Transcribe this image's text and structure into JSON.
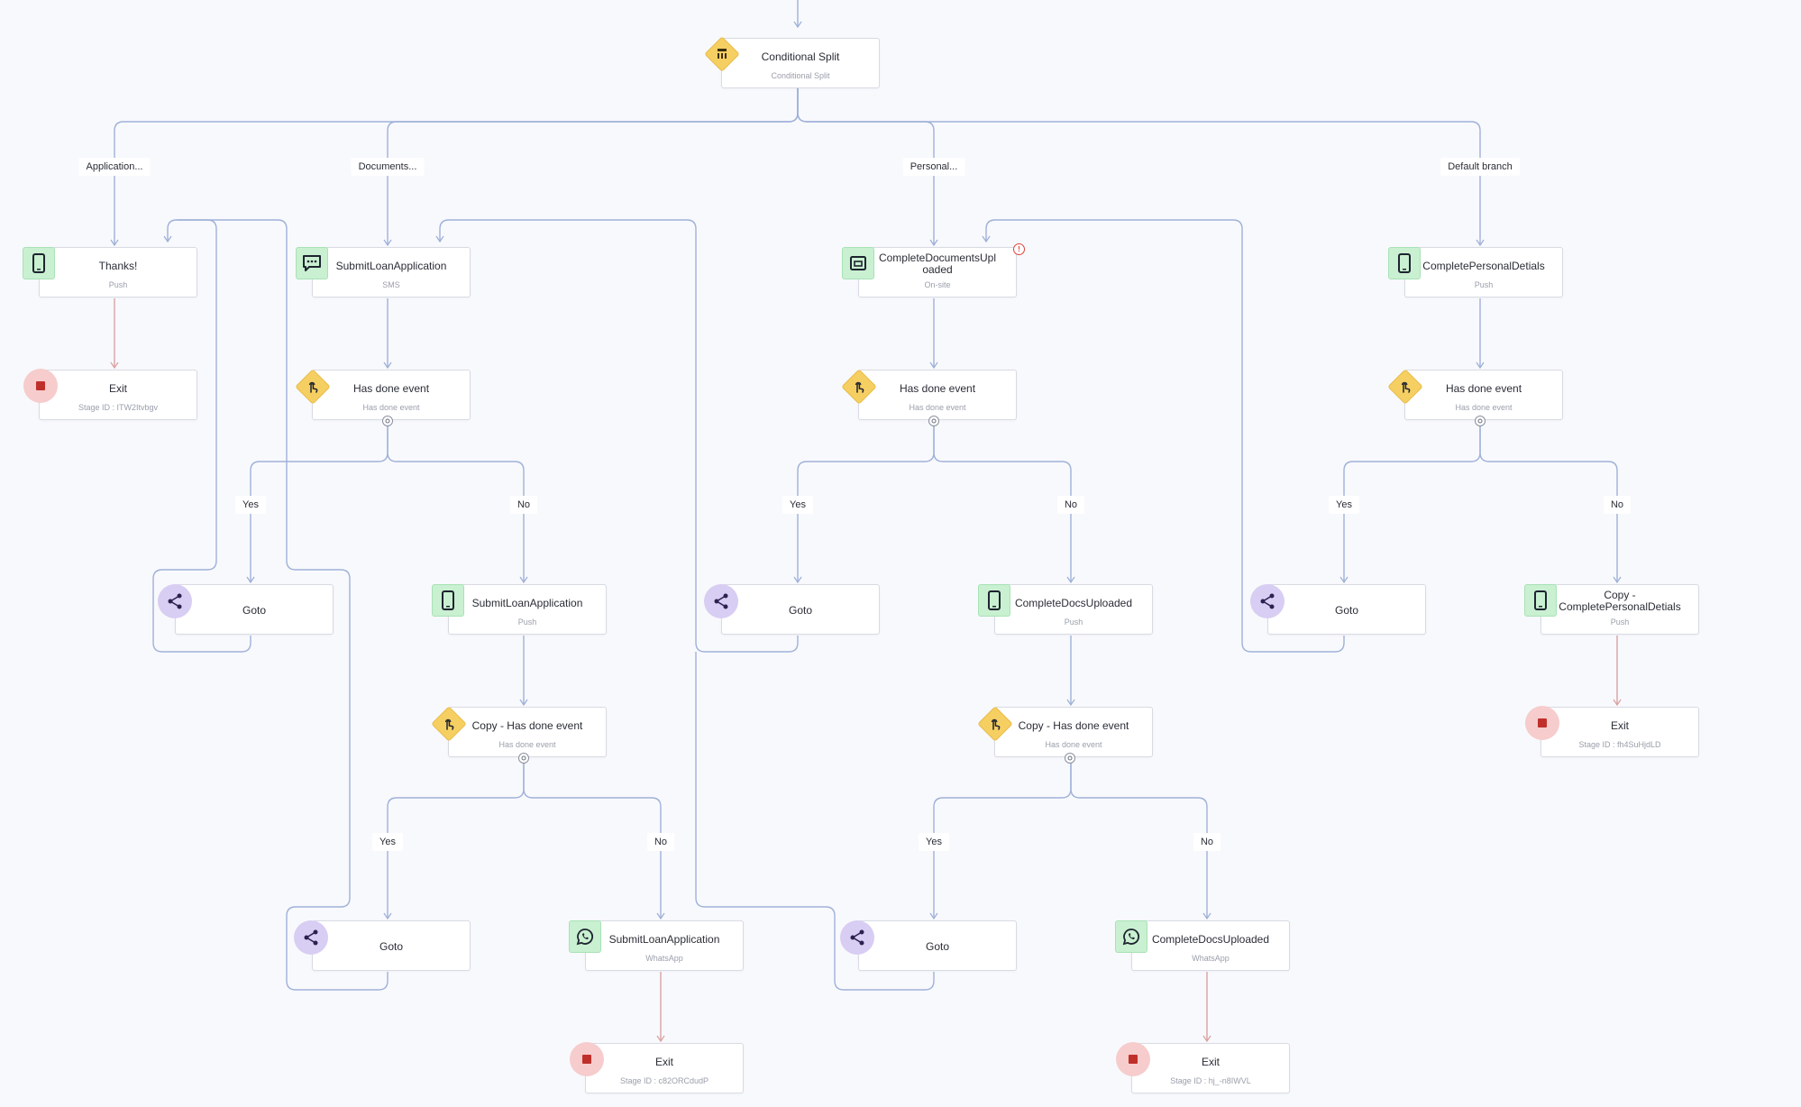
{
  "top_node": {
    "title": "Conditional Split",
    "subtitle": "Conditional Split"
  },
  "branches": [
    "Application...",
    "Documents...",
    "Personal...",
    "Default branch"
  ],
  "yes_label": "Yes",
  "no_label": "No",
  "warning_symbol": "!",
  "nodes": {
    "thanks_push": {
      "title": "Thanks!",
      "subtitle": "Push"
    },
    "exit_1": {
      "title": "Exit",
      "subtitle": "Stage ID : ITW2Itvbgv"
    },
    "submit_sms": {
      "title": "SubmitLoanApplication",
      "subtitle": "SMS"
    },
    "event_1": {
      "title": "Has done event",
      "subtitle": "Has done event"
    },
    "goto_1": {
      "title": "Goto"
    },
    "submit_push": {
      "title": "SubmitLoanApplication",
      "subtitle": "Push"
    },
    "copy_event_1": {
      "title": "Copy - Has done event",
      "subtitle": "Has done event"
    },
    "goto_2": {
      "title": "Goto"
    },
    "submit_whatsapp": {
      "title": "SubmitLoanApplication",
      "subtitle": "WhatsApp"
    },
    "exit_2": {
      "title": "Exit",
      "subtitle": "Stage ID : c82ORCdudP"
    },
    "docs_onsite": {
      "title_line1": "CompleteDocumentsUpl",
      "title_line2": "oaded",
      "subtitle": "On-site"
    },
    "event_2": {
      "title": "Has done event",
      "subtitle": "Has done event"
    },
    "goto_3": {
      "title": "Goto"
    },
    "docs_push": {
      "title": "CompleteDocsUploaded",
      "subtitle": "Push"
    },
    "copy_event_2": {
      "title": "Copy - Has done event",
      "subtitle": "Has done event"
    },
    "goto_4": {
      "title": "Goto"
    },
    "docs_whatsapp": {
      "title": "CompleteDocsUploaded",
      "subtitle": "WhatsApp"
    },
    "exit_3": {
      "title": "Exit",
      "subtitle": "Stage ID : hj_-n8IWVL"
    },
    "personal_push": {
      "title": "CompletePersonalDetials",
      "subtitle": "Push"
    },
    "event_3": {
      "title": "Has done event",
      "subtitle": "Has done event"
    },
    "goto_5": {
      "title": "Goto"
    },
    "copy_personal_push": {
      "title_line1": "Copy -",
      "title_line2": "CompletePersonalDetials",
      "subtitle": "Push"
    },
    "exit_4": {
      "title": "Exit",
      "subtitle": "Stage ID : fh4SuHjdLD"
    }
  },
  "icons": {
    "split": "conditional-split-icon",
    "push": "mobile-phone-icon",
    "sms": "sms-chat-icon",
    "onsite": "onsite-window-icon",
    "whatsapp": "whatsapp-icon",
    "event": "touch-hand-icon",
    "goto": "share-goto-icon",
    "exit": "stop-exit-icon",
    "warning": "warning-icon",
    "settings": "gear-icon"
  },
  "colors": {
    "canvas": "#f8f9fc",
    "connector": "#9fb1d9",
    "exit_connector": "#d9a3a3",
    "channel_icon_bg": "#c9f0d1",
    "event_icon_bg": "#f6cf62",
    "goto_icon_bg": "#d8cdf3",
    "exit_icon_bg": "#f6cccc",
    "warning": "#e0433a"
  }
}
